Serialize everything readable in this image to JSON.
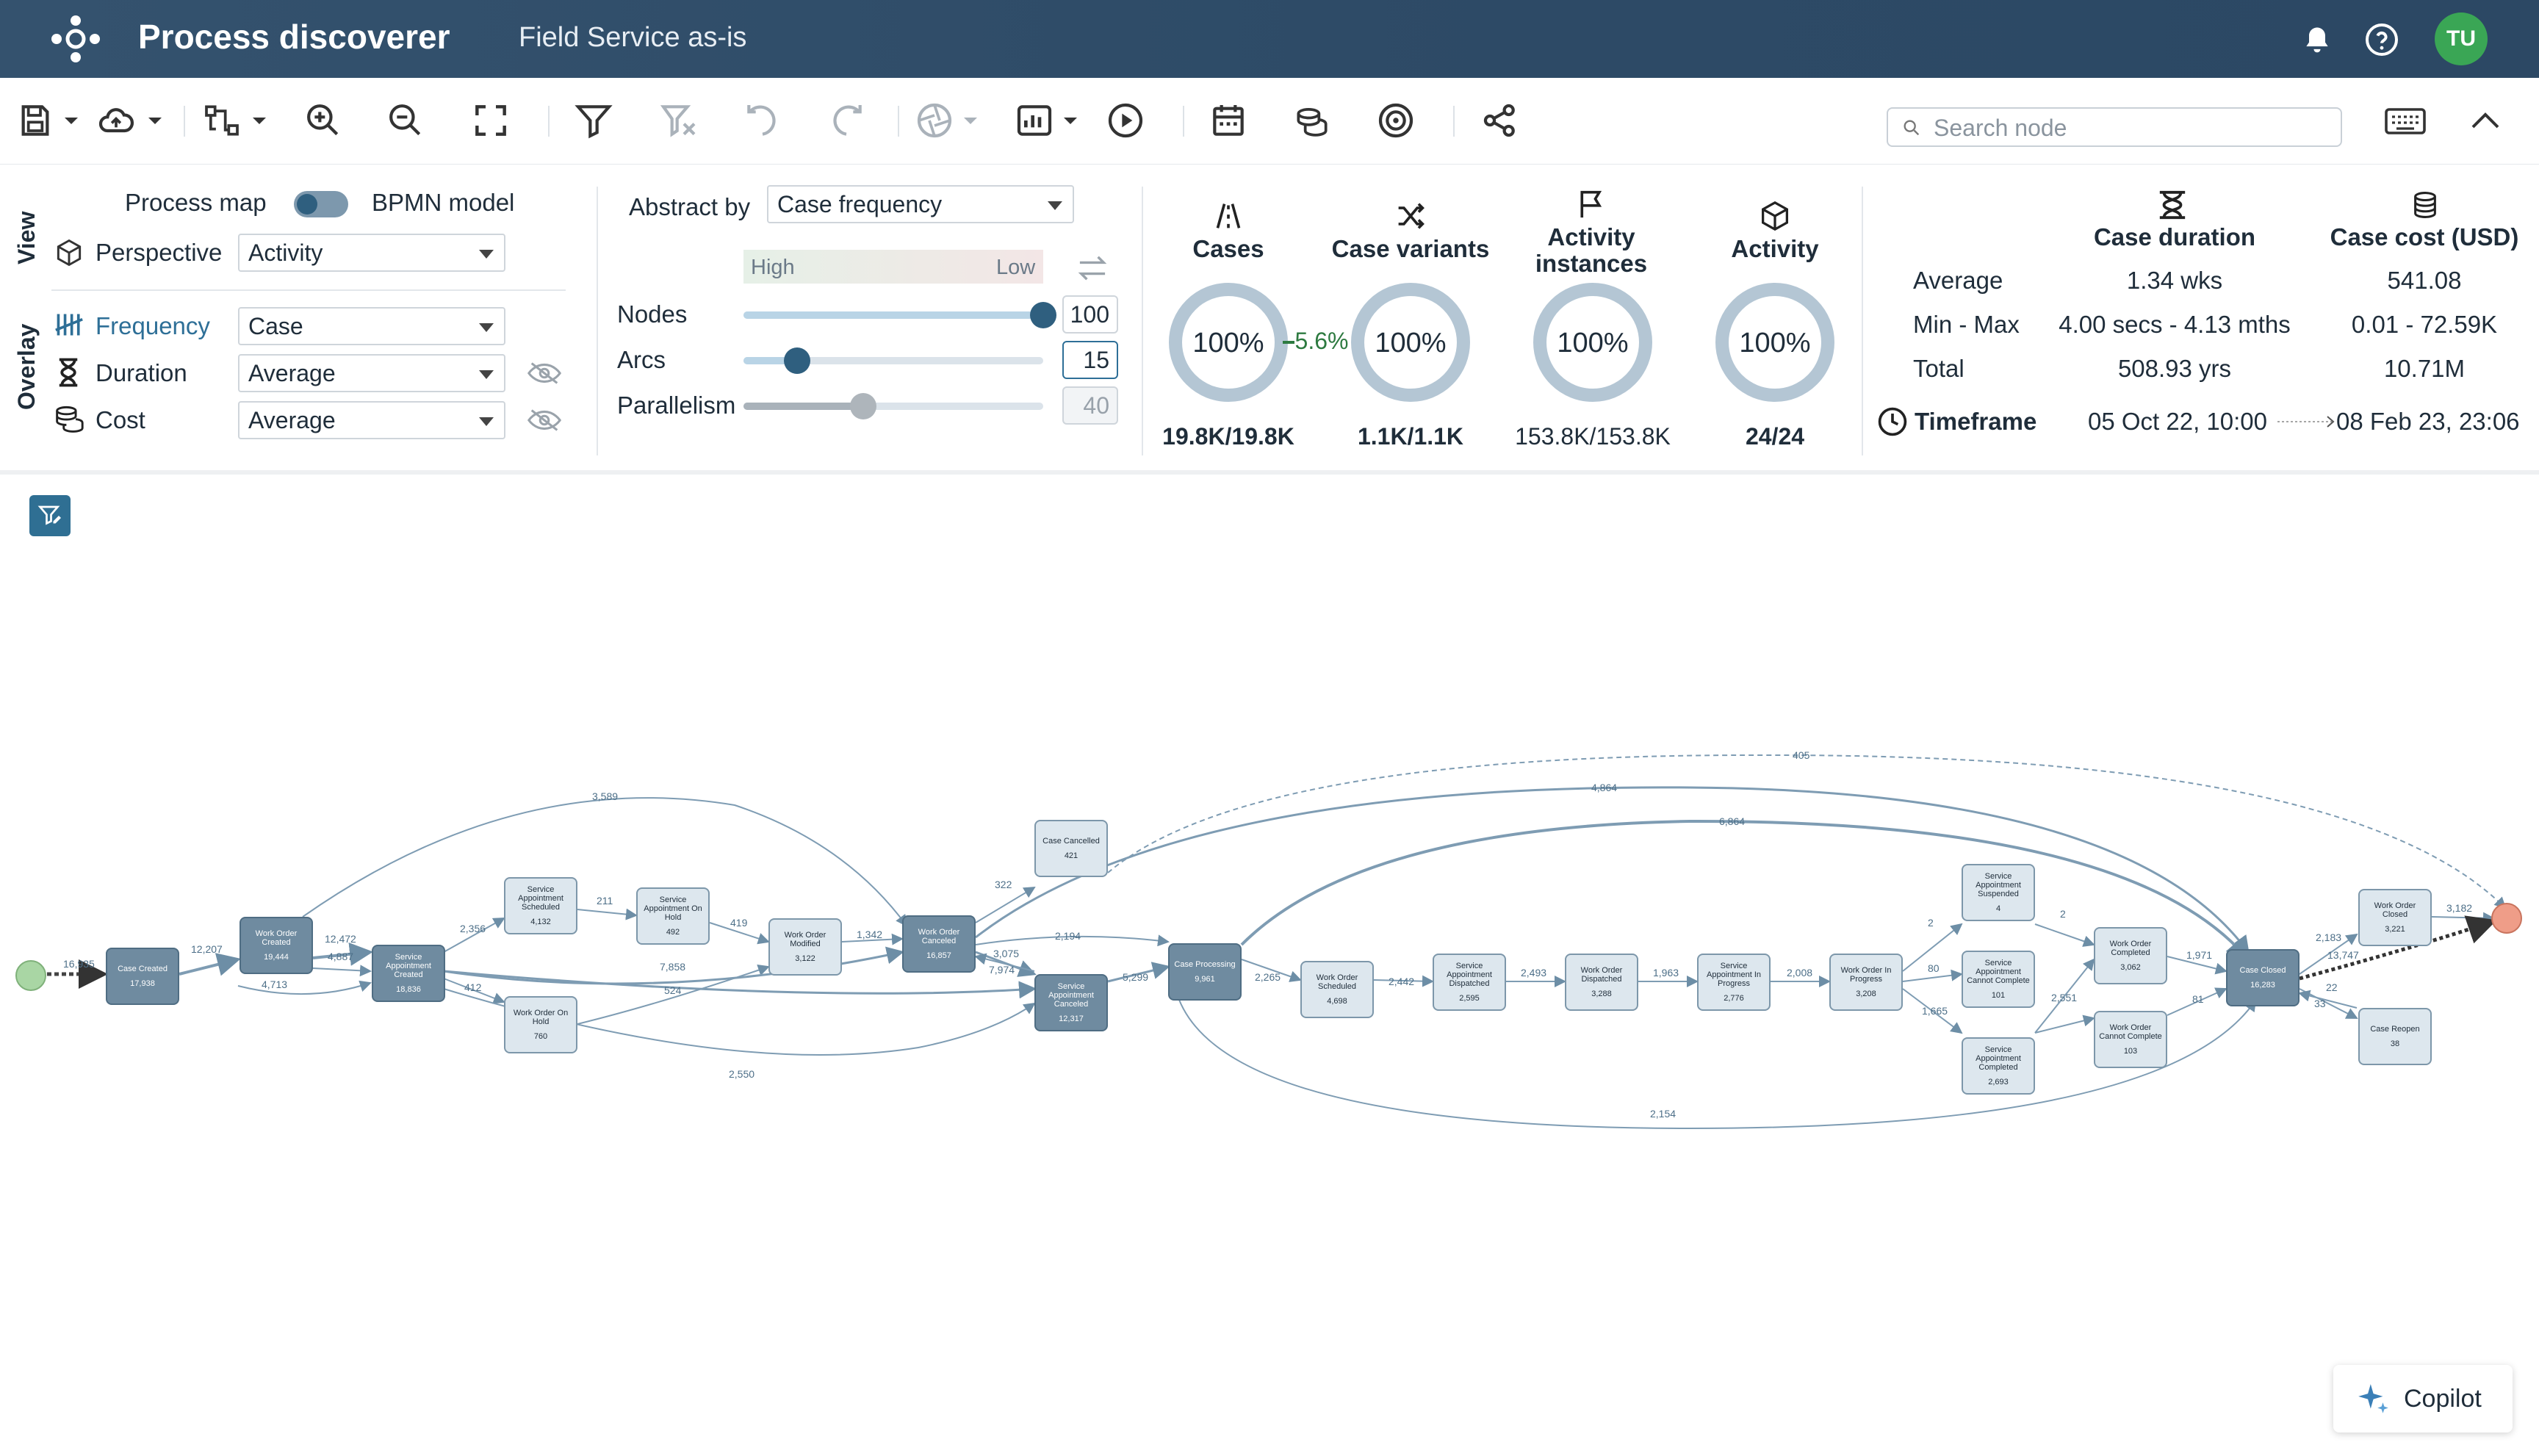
{
  "app": {
    "title": "Process discoverer",
    "project": "Field Service as-is",
    "avatar": "TU"
  },
  "toolbar": {
    "search_placeholder": "Search node"
  },
  "view": {
    "section_label": "View",
    "process_map": "Process map",
    "bpmn_model": "BPMN model",
    "perspective_label": "Perspective",
    "perspective_value": "Activity"
  },
  "overlay": {
    "section_label": "Overlay",
    "frequency_label": "Frequency",
    "frequency_value": "Case",
    "duration_label": "Duration",
    "duration_value": "Average",
    "cost_label": "Cost",
    "cost_value": "Average"
  },
  "abstraction": {
    "abstract_by_label": "Abstract by",
    "abstract_by_value": "Case frequency",
    "high": "High",
    "low": "Low",
    "nodes_label": "Nodes",
    "nodes_value": "100",
    "arcs_label": "Arcs",
    "arcs_value": "15",
    "parallelism_label": "Parallelism",
    "parallelism_value": "40",
    "slider_levels": {
      "nodes": 1.0,
      "arcs": 0.18,
      "parallelism": 0.4
    }
  },
  "metrics": {
    "cases": {
      "title": "Cases",
      "percent": "100%",
      "value": "19.8K/19.8K"
    },
    "between_pct": "5.6%",
    "variants": {
      "title": "Case variants",
      "percent": "100%",
      "value": "1.1K/1.1K"
    },
    "instances": {
      "title_line1": "Activity",
      "title_line2": "instances",
      "percent": "100%",
      "value": "153.8K/153.8K"
    },
    "activity": {
      "title": "Activity",
      "percent": "100%",
      "value": "24/24"
    }
  },
  "stats": {
    "duration_header": "Case duration",
    "cost_header": "Case cost (USD)",
    "average_label": "Average",
    "average_duration": "1.34 wks",
    "average_cost": "541.08",
    "minmax_label": "Min - Max",
    "minmax_duration": "4.00 secs - 4.13 mths",
    "minmax_cost": "0.01 - 72.59K",
    "total_label": "Total",
    "total_duration": "508.93 yrs",
    "total_cost": "10.71M",
    "timeframe_label": "Timeframe",
    "timeframe_start": "05 Oct 22, 10:00",
    "timeframe_end": "08 Feb 23, 23:06"
  },
  "process_map": {
    "nodes": [
      {
        "name": "Case Created",
        "count": "17,938"
      },
      {
        "name": "Work Order Created",
        "count": "19,444"
      },
      {
        "name": "Service Appointment Created",
        "count": "18,836"
      },
      {
        "name": "Service Appointment Scheduled",
        "count": "4,132"
      },
      {
        "name": "Service Appointment On Hold",
        "count": "492"
      },
      {
        "name": "Work Order On Hold",
        "count": "760"
      },
      {
        "name": "Work Order Modified",
        "count": "3,122"
      },
      {
        "name": "Work Order Canceled",
        "count": "16,857"
      },
      {
        "name": "Case Cancelled",
        "count": "421"
      },
      {
        "name": "Service Appointment Canceled",
        "count": "12,317"
      },
      {
        "name": "Case Processing",
        "count": "9,961"
      },
      {
        "name": "Work Order Scheduled",
        "count": "4,698"
      },
      {
        "name": "Service Appointment Dispatched",
        "count": "2,595"
      },
      {
        "name": "Work Order Dispatched",
        "count": "3,288"
      },
      {
        "name": "Service Appointment In Progress",
        "count": "2,776"
      },
      {
        "name": "Work Order In Progress",
        "count": "3,208"
      },
      {
        "name": "Service Appointment Suspended",
        "count": "4"
      },
      {
        "name": "Service Appointment Cannot Complete",
        "count": "101"
      },
      {
        "name": "Service Appointment Completed",
        "count": "2,693"
      },
      {
        "name": "Work Order Completed",
        "count": "3,062"
      },
      {
        "name": "Work Order Cannot Complete",
        "count": "103"
      },
      {
        "name": "Case Closed",
        "count": "16,283"
      },
      {
        "name": "Work Order Closed",
        "count": "3,221"
      },
      {
        "name": "Case Reopen",
        "count": "38"
      }
    ],
    "edge_labels": [
      "16,935",
      "12,207",
      "4,713",
      "12,472",
      "4,887",
      "3,589",
      "2,356",
      "412",
      "211",
      "419",
      "1,342",
      "7,858",
      "524",
      "2,550",
      "322",
      "3,075",
      "7,974",
      "2,194",
      "5,299",
      "2,265",
      "2,442",
      "2,493",
      "1,963",
      "2,008",
      "2",
      "80",
      "1,665",
      "2",
      "2,551",
      "1,971",
      "81",
      "2,183",
      "3,182",
      "13,747",
      "22",
      "33",
      "405",
      "4,864",
      "6,864",
      "2,154"
    ]
  },
  "copilot": {
    "label": "Copilot"
  }
}
